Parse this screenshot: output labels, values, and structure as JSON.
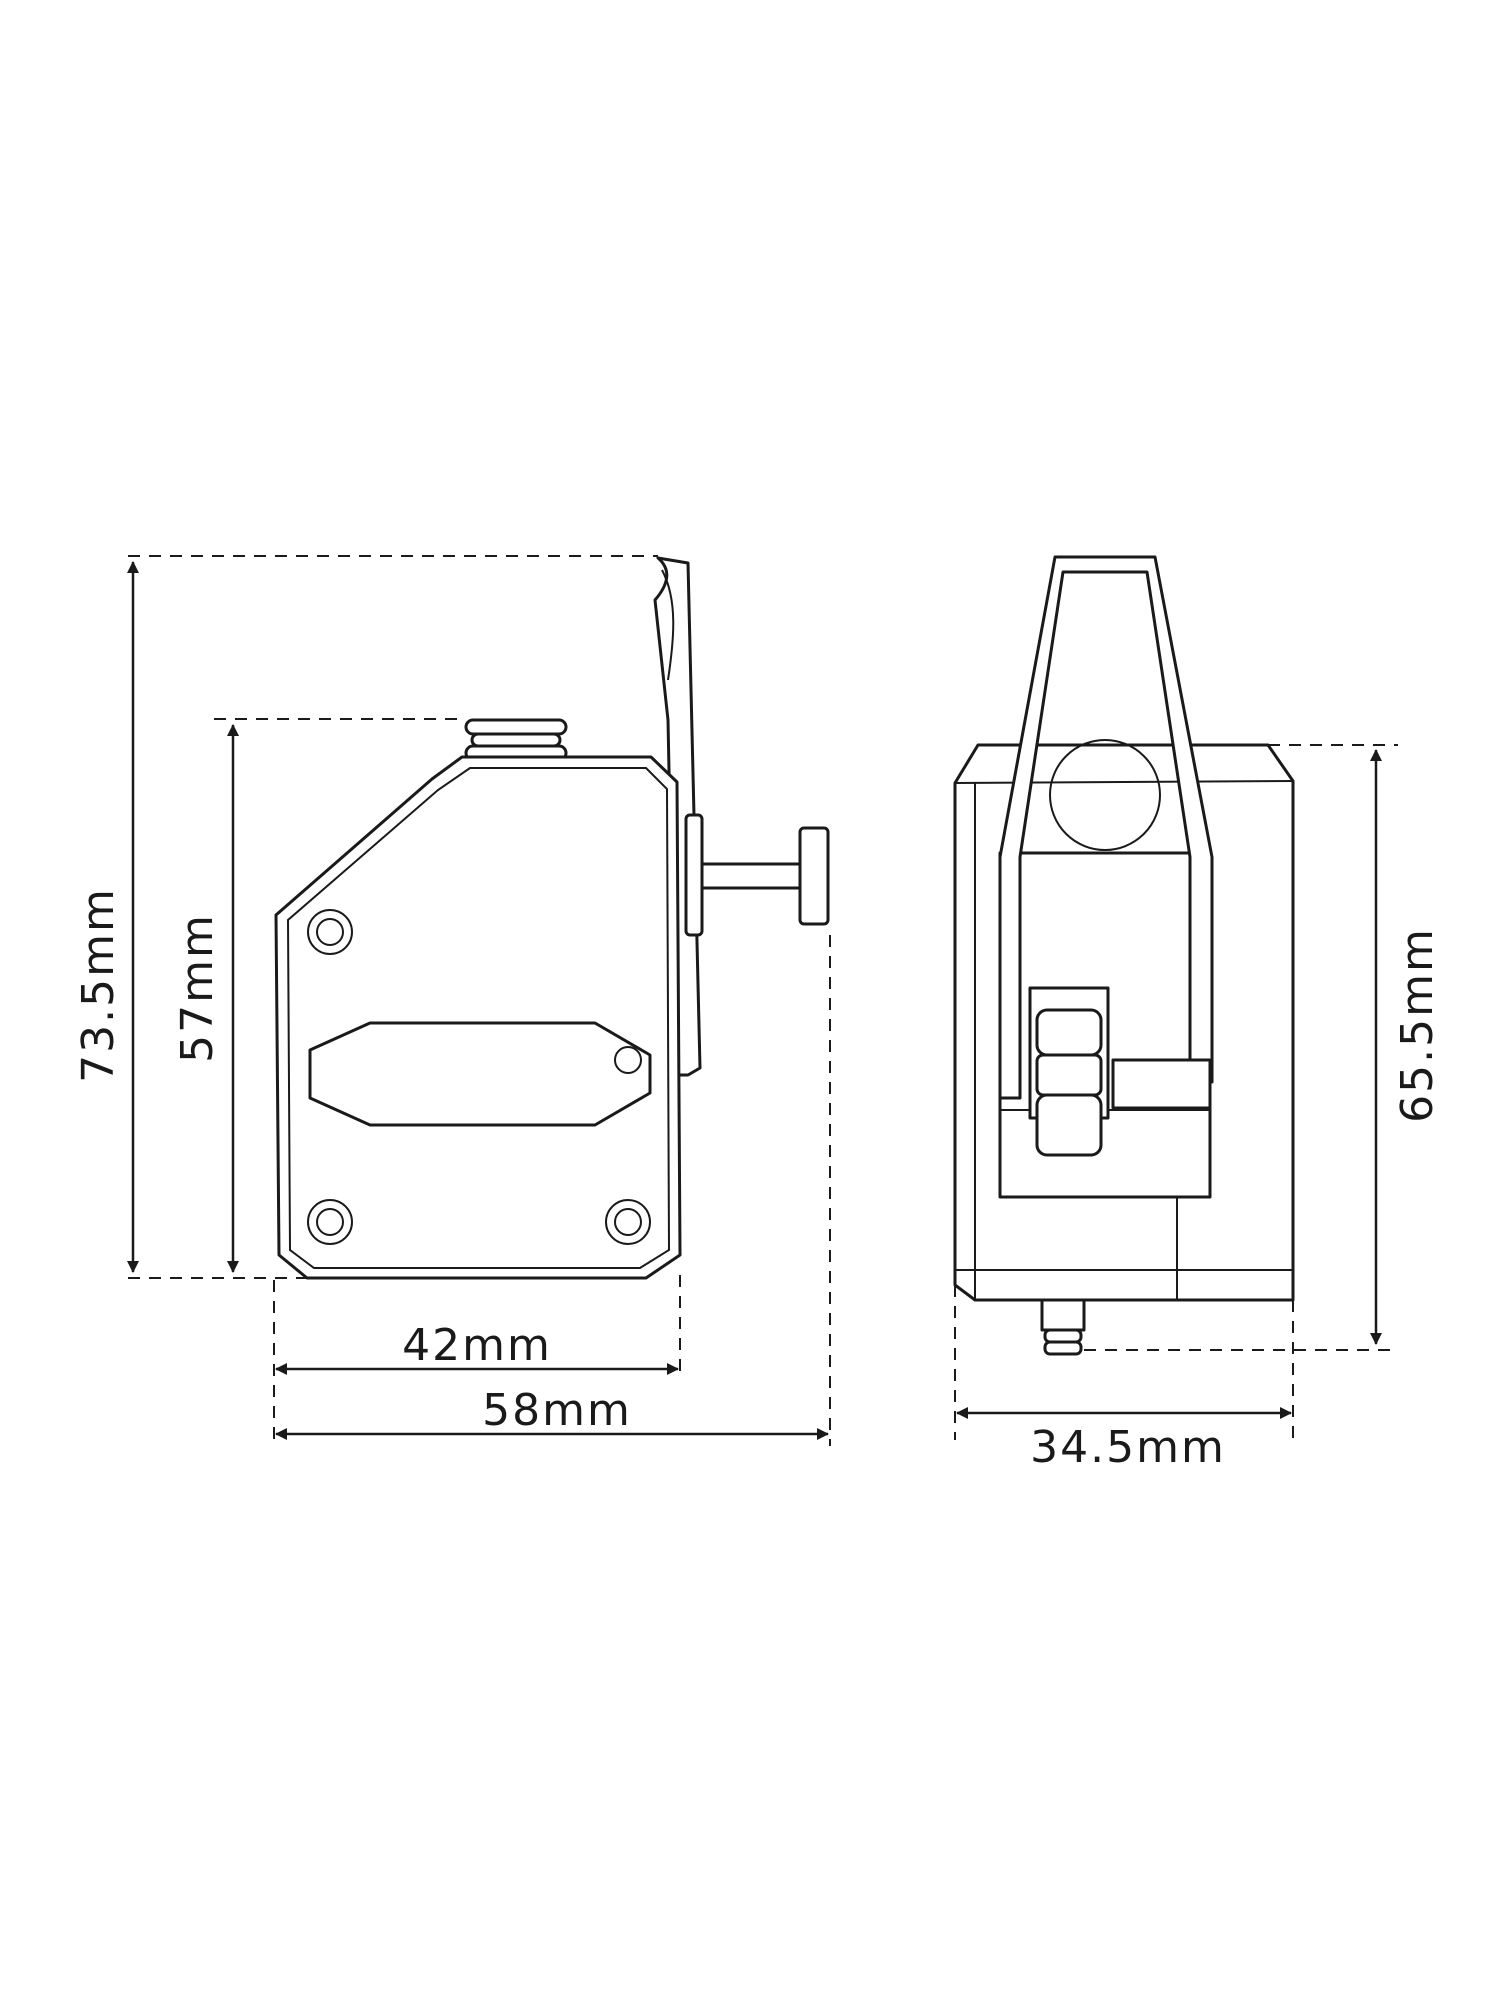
{
  "dimensions": {
    "side_total_height": "73.5mm",
    "side_body_height": "57mm",
    "side_body_width": "42mm",
    "side_total_width": "58mm",
    "front_height": "65.5mm",
    "front_width": "34.5mm"
  },
  "colors": {
    "line": "#1a1a1a",
    "background": "#ffffff"
  }
}
